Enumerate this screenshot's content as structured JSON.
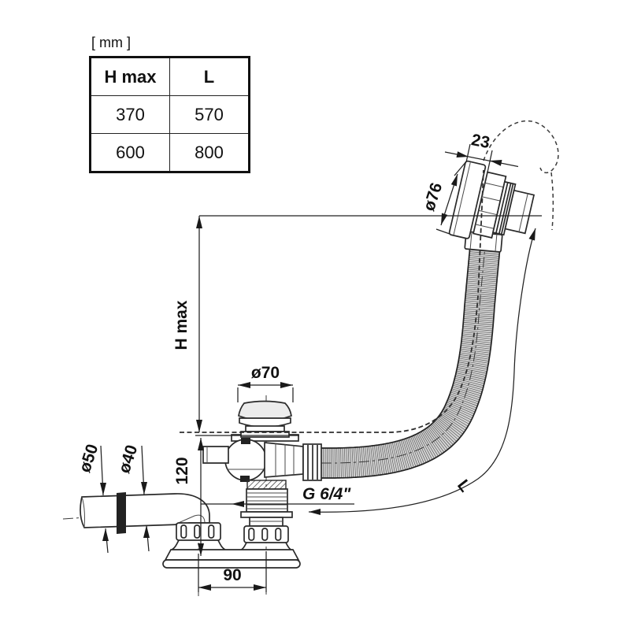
{
  "table": {
    "unit_label": "[ mm ]",
    "headers": [
      "H max",
      "L"
    ],
    "rows": [
      [
        "370",
        "570"
      ],
      [
        "600",
        "800"
      ]
    ]
  },
  "dimensions": {
    "h_max": "H max",
    "hose_length": "L",
    "plug_diameter": "ø70",
    "overflow_diameter": "ø76",
    "overflow_depth": "23",
    "outlet_diameter_outer": "ø50",
    "outlet_diameter_inner": "ø40",
    "tail_height": "120",
    "thread": "G 6/4\"",
    "base_spacing": "90"
  }
}
